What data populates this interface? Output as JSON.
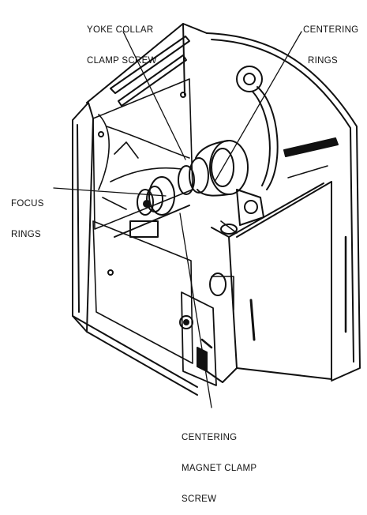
{
  "diagram": {
    "labels": {
      "yoke_collar_line1": "YOKE COLLAR",
      "yoke_collar_line2": "CLAMP SCREW",
      "centering_rings_line1": "CENTERING",
      "centering_rings_line2": "RINGS",
      "focus_rings_line1": "FOCUS",
      "focus_rings_line2": "RINGS",
      "magnet_clamp_line1": "CENTERING",
      "magnet_clamp_line2": "MAGNET CLAMP",
      "magnet_clamp_line3": "SCREW"
    },
    "colors": {
      "ink": "#111111",
      "paper": "#ffffff"
    }
  }
}
